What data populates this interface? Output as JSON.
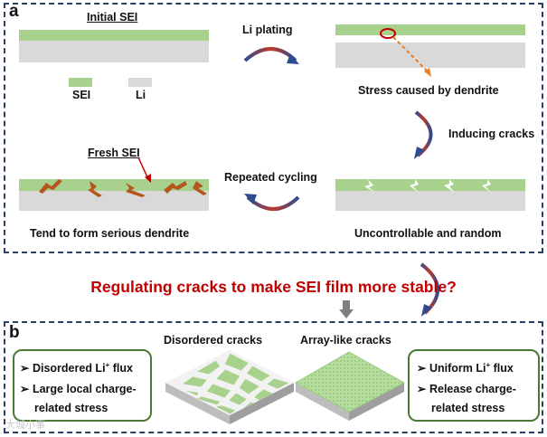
{
  "panel_a": {
    "label": "a",
    "initial_sei": "Initial SEI",
    "li_plating": "Li plating",
    "stress_dendrite": "Stress caused by dendrite",
    "inducing_cracks": "Inducing cracks",
    "fresh_sei": "Fresh SEI",
    "repeated_cycling": "Repeated cycling",
    "tend_dendrite": "Tend to form serious dendrite",
    "uncontrollable": "Uncontrollable and random",
    "legend": {
      "sei": "SEI",
      "li": "Li"
    }
  },
  "headline": "Regulating cracks to make SEI film more stable?",
  "panel_b": {
    "label": "b",
    "disordered_title": "Disordered cracks",
    "array_title": "Array-like cracks",
    "left_box": {
      "line1": "Disordered Li",
      "sup": "+",
      "line1_end": " flux",
      "line2": "Large local charge-",
      "line3": "related stress"
    },
    "right_box": {
      "line1": "Uniform Li",
      "sup": "+",
      "line1_end": " flux",
      "line2": "Release charge-",
      "line3": "related stress"
    },
    "bullet": "➢"
  },
  "colors": {
    "sei": "#a9d18e",
    "li": "#d9d9d9",
    "accent_red": "#c00000",
    "arrow_blue": "#2f4b8f",
    "dendrite": "#b5561c",
    "frame": "#2a3f63",
    "box_border": "#4b7a34"
  },
  "watermark": "大城小事"
}
